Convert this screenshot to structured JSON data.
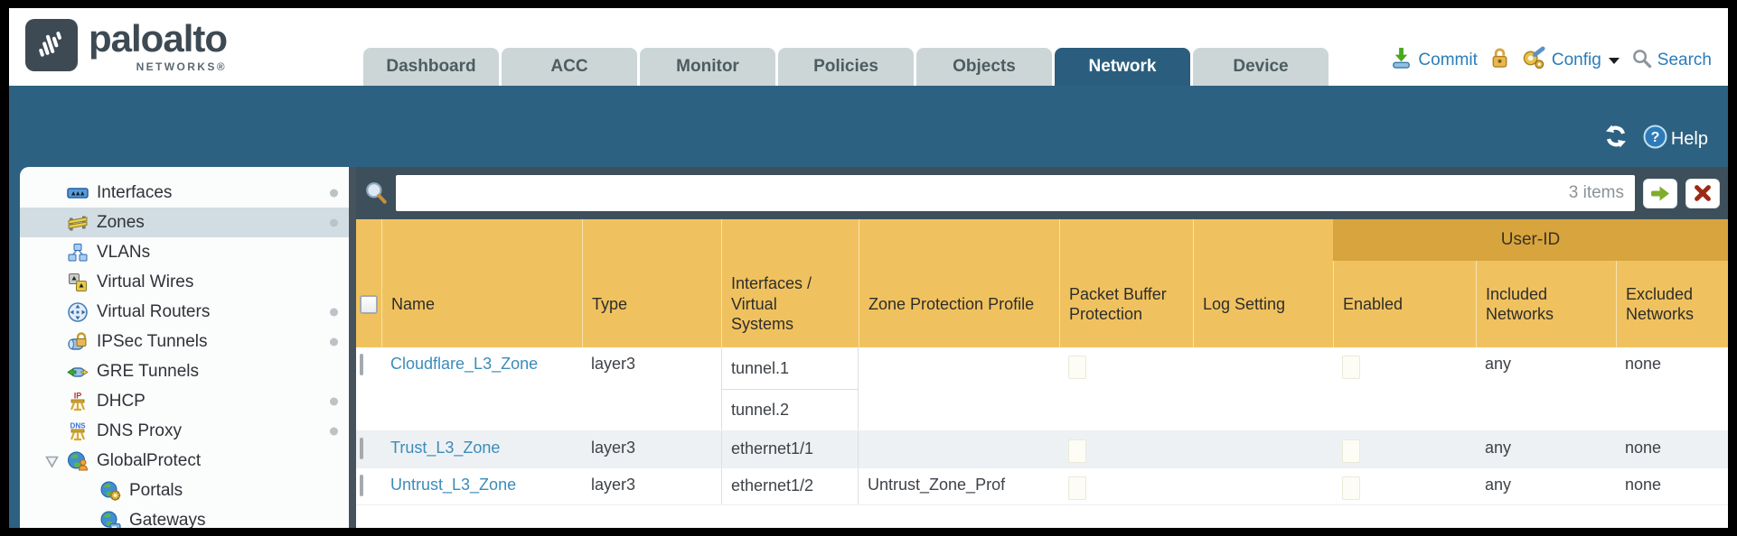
{
  "header": {
    "brand": {
      "wordmark": "paloalto",
      "subtext": "NETWORKS®"
    },
    "tabs": [
      {
        "label": "Dashboard",
        "active": false
      },
      {
        "label": "ACC",
        "active": false
      },
      {
        "label": "Monitor",
        "active": false
      },
      {
        "label": "Policies",
        "active": false
      },
      {
        "label": "Objects",
        "active": false
      },
      {
        "label": "Network",
        "active": true
      },
      {
        "label": "Device",
        "active": false
      }
    ],
    "utilities": {
      "commit": "Commit",
      "config": "Config",
      "search": "Search"
    }
  },
  "band": {
    "help": "Help"
  },
  "sidebar": {
    "items": [
      {
        "label": "Interfaces",
        "icon": "interfaces-icon",
        "dot": true,
        "selected": false,
        "indent": 0,
        "expander": false
      },
      {
        "label": "Zones",
        "icon": "zones-icon",
        "dot": true,
        "selected": true,
        "indent": 0,
        "expander": false
      },
      {
        "label": "VLANs",
        "icon": "vlans-icon",
        "dot": false,
        "selected": false,
        "indent": 0,
        "expander": false
      },
      {
        "label": "Virtual Wires",
        "icon": "virtual-wires-icon",
        "dot": false,
        "selected": false,
        "indent": 0,
        "expander": false
      },
      {
        "label": "Virtual Routers",
        "icon": "virtual-routers-icon",
        "dot": true,
        "selected": false,
        "indent": 0,
        "expander": false
      },
      {
        "label": "IPSec Tunnels",
        "icon": "ipsec-tunnels-icon",
        "dot": true,
        "selected": false,
        "indent": 0,
        "expander": false
      },
      {
        "label": "GRE Tunnels",
        "icon": "gre-tunnels-icon",
        "dot": false,
        "selected": false,
        "indent": 0,
        "expander": false
      },
      {
        "label": "DHCP",
        "icon": "dhcp-icon",
        "dot": true,
        "selected": false,
        "indent": 0,
        "expander": false
      },
      {
        "label": "DNS Proxy",
        "icon": "dns-proxy-icon",
        "dot": true,
        "selected": false,
        "indent": 0,
        "expander": false
      },
      {
        "label": "GlobalProtect",
        "icon": "globalprotect-icon",
        "dot": false,
        "selected": false,
        "indent": 0,
        "expander": true
      },
      {
        "label": "Portals",
        "icon": "portals-icon",
        "dot": false,
        "selected": false,
        "indent": 1,
        "expander": false
      },
      {
        "label": "Gateways",
        "icon": "gateways-icon",
        "dot": false,
        "selected": false,
        "indent": 1,
        "expander": false
      }
    ]
  },
  "filterbar": {
    "count": "3 items"
  },
  "table": {
    "group_header": "User-ID",
    "columns": [
      "Name",
      "Type",
      "Interfaces / Virtual Systems",
      "Zone Protection Profile",
      "Packet Buffer Protection",
      "Log Setting",
      "Enabled",
      "Included Networks",
      "Excluded Networks"
    ],
    "rows": [
      {
        "name": "Cloudflare_L3_Zone",
        "type": "layer3",
        "interfaces": [
          "tunnel.1",
          "tunnel.2"
        ],
        "zone_protection_profile": "",
        "packet_buffer_protection": false,
        "log_setting": "",
        "user_id_enabled": false,
        "included_networks": "any",
        "excluded_networks": "none"
      },
      {
        "name": "Trust_L3_Zone",
        "type": "layer3",
        "interfaces": [
          "ethernet1/1"
        ],
        "zone_protection_profile": "",
        "packet_buffer_protection": false,
        "log_setting": "",
        "user_id_enabled": false,
        "included_networks": "any",
        "excluded_networks": "none"
      },
      {
        "name": "Untrust_L3_Zone",
        "type": "layer3",
        "interfaces": [
          "ethernet1/2"
        ],
        "zone_protection_profile": "Untrust_Zone_Prof",
        "packet_buffer_protection": false,
        "log_setting": "",
        "user_id_enabled": false,
        "included_networks": "any",
        "excluded_networks": "none"
      }
    ]
  },
  "colors": {
    "brand_teal": "#2d6181",
    "active_tab": "#2b5e7e",
    "filterbar_slate": "#3d4f5b",
    "header_amber": "#f0c25f",
    "group_band_amber": "#d8a43e",
    "link_blue": "#3a8cba",
    "inactive_tab": "#ccd6d6",
    "sidebar_selected": "#d2dde3"
  }
}
